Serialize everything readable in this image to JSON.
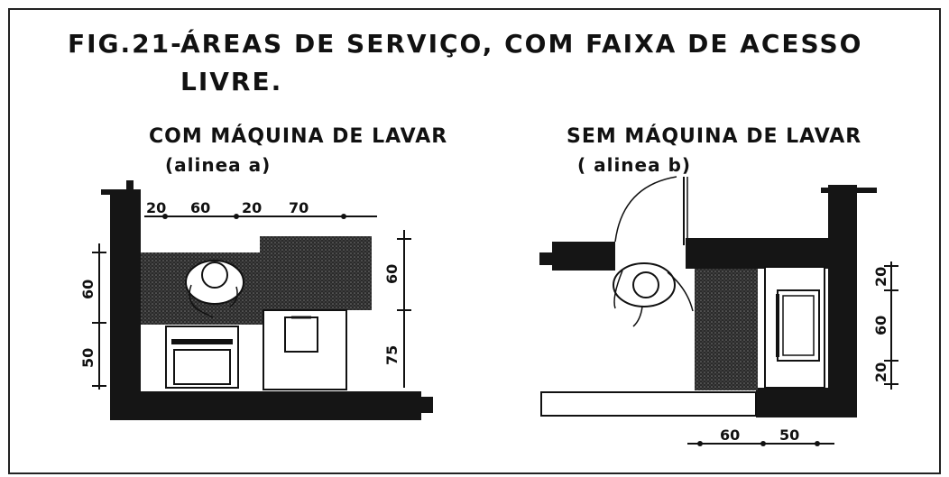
{
  "figure": {
    "number": "FIG.21-",
    "title_line1": "ÁREAS  DE  SERVIÇO,  COM  FAIXA  DE  ACESSO",
    "title_line2": "LIVRE."
  },
  "left_plan": {
    "caption": "COM MÁQUINA DE LAVAR",
    "note": "(alinea a)",
    "top_dims": [
      "20",
      "60",
      "20",
      "70"
    ],
    "left_dims": [
      "60",
      "50"
    ],
    "right_dims": [
      "60",
      "75"
    ]
  },
  "right_plan": {
    "caption": "SEM MÁQUINA DE LAVAR",
    "note": "( alinea b)",
    "right_dims": [
      "20",
      "60",
      "20"
    ],
    "bottom_dims": [
      "60",
      "50"
    ]
  }
}
